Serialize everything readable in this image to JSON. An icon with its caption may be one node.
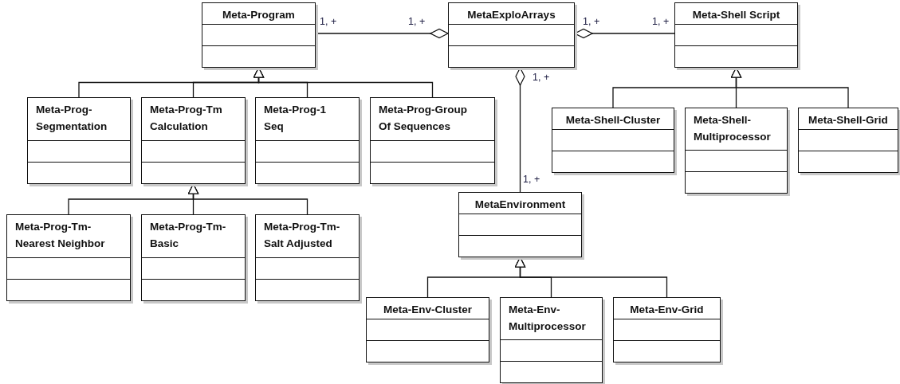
{
  "diagram": {
    "nodes": [
      {
        "text": [
          "Meta-Program"
        ]
      },
      {
        "text": [
          "MetaExploArrays"
        ]
      },
      {
        "text": [
          "Meta-Shell Script"
        ]
      },
      {
        "text": [
          "Meta-Prog- Segmentation"
        ]
      },
      {
        "text": [
          "Meta-Prog-Tm Calculation"
        ]
      },
      {
        "text": [
          "Meta-Prog-1 Seq"
        ]
      },
      {
        "text": [
          "Meta-Prog-Group Of Sequences"
        ]
      },
      {
        "text": [
          "Meta-Shell-Cluster"
        ]
      },
      {
        "text": [
          "Meta-Shell- Multiprocessor"
        ]
      },
      {
        "text": [
          "Meta-Shell-Grid"
        ]
      },
      {
        "text": [
          "MetaEnvironment"
        ]
      },
      {
        "text": [
          "Meta-Prog-Tm- Nearest Neighbor"
        ]
      },
      {
        "text": [
          "Meta-Prog-Tm- Basic"
        ]
      },
      {
        "text": [
          "Meta-Prog-Tm- Salt Adjusted"
        ]
      },
      {
        "text": [
          "Meta-Env-Cluster"
        ]
      },
      {
        "text": [
          "Meta-Env- Multiprocessor"
        ]
      },
      {
        "text": [
          "Meta-Env-Grid"
        ]
      }
    ],
    "edges": [
      {
        "from": 1,
        "to": 0,
        "arrow": "other"
      },
      {
        "from": 1,
        "to": 2,
        "arrow": "other"
      },
      {
        "from": 1,
        "to": 10,
        "arrow": "other"
      },
      {
        "from": 3,
        "to": 0,
        "arrow": "to"
      },
      {
        "from": 4,
        "to": 0,
        "arrow": "to"
      },
      {
        "from": 5,
        "to": 0,
        "arrow": "to"
      },
      {
        "from": 6,
        "to": 0,
        "arrow": "to"
      },
      {
        "from": 7,
        "to": 2,
        "arrow": "to"
      },
      {
        "from": 8,
        "to": 2,
        "arrow": "to"
      },
      {
        "from": 9,
        "to": 2,
        "arrow": "to"
      },
      {
        "from": 11,
        "to": 4,
        "arrow": "to"
      },
      {
        "from": 12,
        "to": 4,
        "arrow": "to"
      },
      {
        "from": 13,
        "to": 4,
        "arrow": "to"
      },
      {
        "from": 14,
        "to": 10,
        "arrow": "to"
      },
      {
        "from": 15,
        "to": 10,
        "arrow": "to"
      },
      {
        "from": 16,
        "to": 10,
        "arrow": "to"
      }
    ],
    "labels": [
      "1, +",
      "1, +",
      "1, +",
      "1, +",
      "1, +",
      "1, +"
    ]
  }
}
